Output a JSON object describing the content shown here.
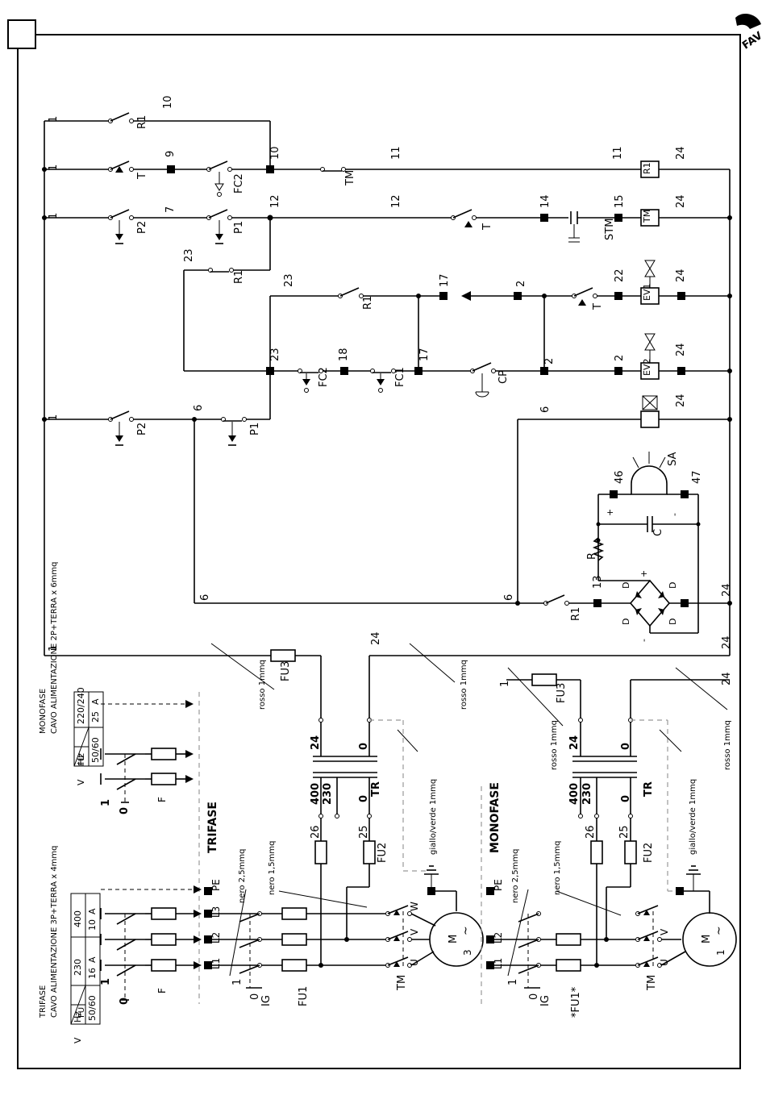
{
  "page": {
    "box_number": "",
    "logo_text": "FAV"
  },
  "wire_numbers": {
    "w1": "1",
    "w10": "10",
    "w9": "9",
    "w11": "11",
    "w24": "24",
    "w7": "7",
    "w12": "12",
    "w14": "14",
    "w15": "15",
    "w23": "23",
    "w17": "17",
    "w2": "2",
    "w22": "22",
    "w18": "18",
    "w6": "6",
    "w46": "46",
    "w47": "47",
    "w13": "13",
    "w26": "26",
    "w25": "25",
    "w0": "0",
    "w400": "400",
    "w230": "230"
  },
  "components": {
    "R1": "R1",
    "T": "T",
    "FC2": "FC2",
    "TM": "TM",
    "P2": "P2",
    "P1": "P1",
    "STM": "STM",
    "FC1": "FC1",
    "CP": "CP",
    "EV1": "EV1",
    "EV2": "EV2",
    "SA": "SA",
    "R": "R",
    "C": "C",
    "D": "D",
    "FU3": "FU3",
    "FU2": "FU2",
    "FU1": "FU1",
    "FU1_star": "*FU1*",
    "TR": "TR",
    "IG": "IG",
    "F": "F",
    "FU": "FU",
    "M": "M",
    "U": "U",
    "V": "V",
    "W": "W",
    "L1": "L1",
    "L2": "L2",
    "L3": "L3",
    "PE": "PE",
    "plus": "+",
    "minus": "-",
    "three": "3",
    "one": "1",
    "tilde": "~",
    "zero": "0"
  },
  "cables": {
    "rosso": "rosso 1mmq",
    "giallo": "giallo/verde 1mmq",
    "nero25": "nero 2,5mmq",
    "nero15": "nero 1,5mmq"
  },
  "sections": {
    "trifase": "TRIFASE",
    "monofase": "MONOFASE"
  },
  "tables": {
    "trifase": {
      "title1": "TRIFASE",
      "title2": "CAVO ALIMENTAZIONE 3P+TERRA x 4mmq",
      "head": [
        "Hz",
        "V",
        "230",
        "400"
      ],
      "row": [
        "50/60",
        "16",
        "A",
        "10",
        "A"
      ]
    },
    "monofase": {
      "title1": "MONOFASE",
      "title2": "CAVO ALIMENTAZIONE 2P+TERRA x 6mmq",
      "head": [
        "Hz",
        "V",
        "220/240"
      ],
      "row": [
        "50/60",
        "25",
        "A"
      ]
    }
  }
}
